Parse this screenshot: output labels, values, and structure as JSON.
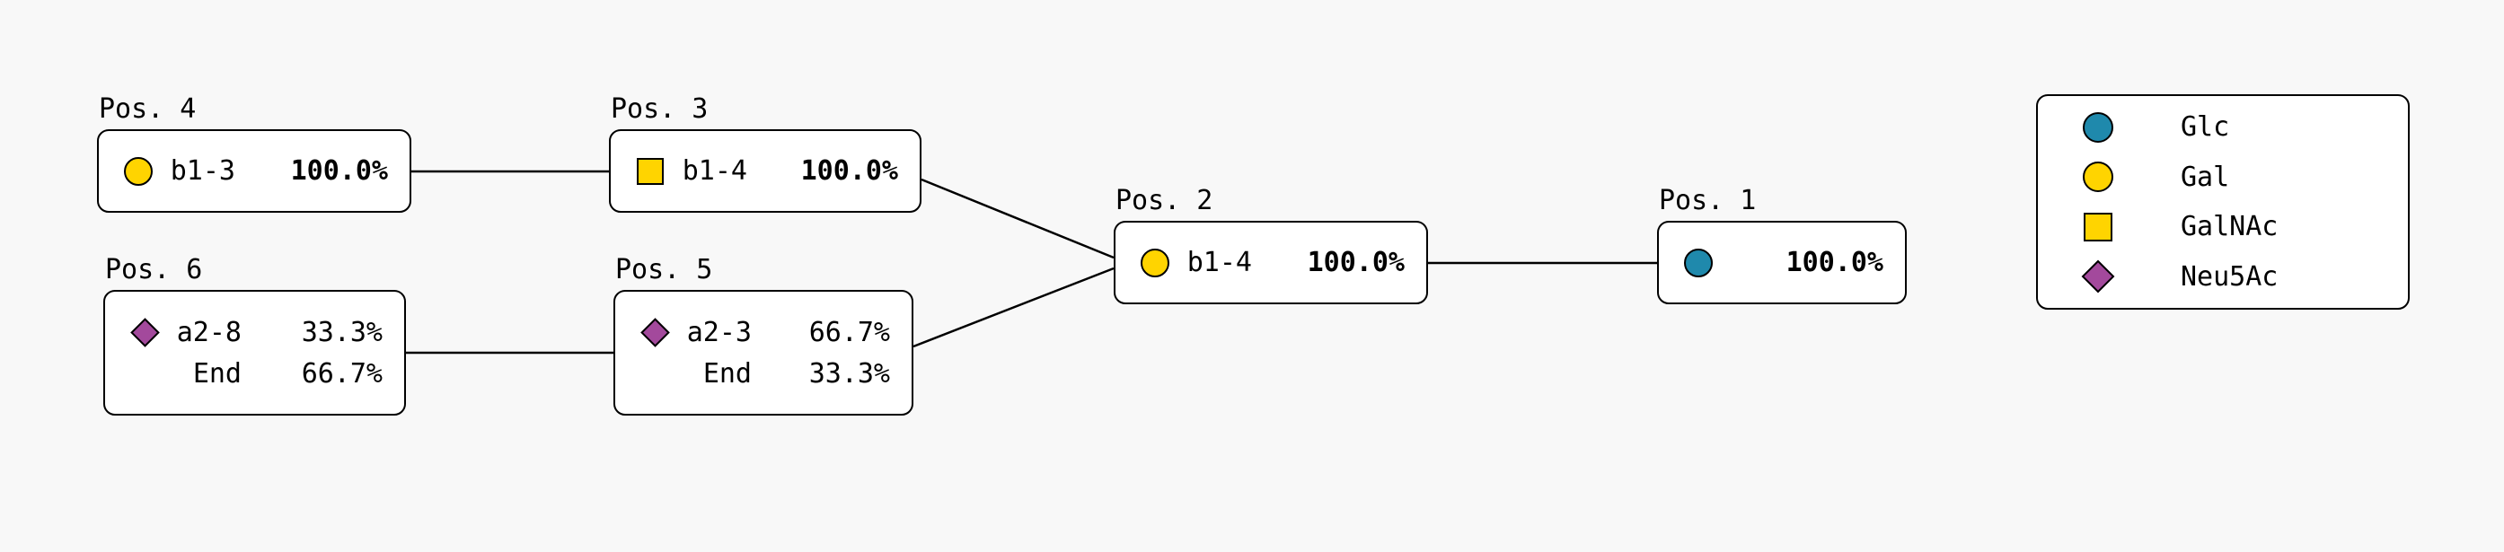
{
  "figure": {
    "background": "#f8f8f8"
  },
  "colors": {
    "glc": "#1f89ac",
    "gal": "#ffd400",
    "galnac": "#ffd400",
    "neu5ac": "#a3499c",
    "edge": "#000000",
    "node_fill": "#ffffff",
    "text": "#000000"
  },
  "nodes": {
    "pos1": {
      "label": "Pos. 1",
      "monosaccharide": "Glc",
      "shape": "circle",
      "rows": [
        {
          "linkage": "",
          "percent": "100.0%"
        }
      ]
    },
    "pos2": {
      "label": "Pos. 2",
      "monosaccharide": "Gal",
      "shape": "circle",
      "rows": [
        {
          "linkage": "b1-4",
          "percent": "100.0%"
        }
      ]
    },
    "pos3": {
      "label": "Pos. 3",
      "monosaccharide": "GalNAc",
      "shape": "square",
      "rows": [
        {
          "linkage": "b1-4",
          "percent": "100.0%"
        }
      ]
    },
    "pos4": {
      "label": "Pos. 4",
      "monosaccharide": "Gal",
      "shape": "circle",
      "rows": [
        {
          "linkage": "b1-3",
          "percent": "100.0%"
        }
      ]
    },
    "pos5": {
      "label": "Pos. 5",
      "monosaccharide": "Neu5Ac",
      "shape": "diamond",
      "rows": [
        {
          "linkage": "a2-3",
          "percent": "66.7%"
        },
        {
          "linkage": "End",
          "percent": "33.3%"
        }
      ]
    },
    "pos6": {
      "label": "Pos. 6",
      "monosaccharide": "Neu5Ac",
      "shape": "diamond",
      "rows": [
        {
          "linkage": "a2-8",
          "percent": "33.3%"
        },
        {
          "linkage": "End",
          "percent": "66.7%"
        }
      ]
    }
  },
  "edges": [
    {
      "from": "pos4",
      "to": "pos3"
    },
    {
      "from": "pos3",
      "to": "pos2"
    },
    {
      "from": "pos6",
      "to": "pos5"
    },
    {
      "from": "pos5",
      "to": "pos2"
    },
    {
      "from": "pos2",
      "to": "pos1"
    }
  ],
  "legend": {
    "items": [
      {
        "label": "Glc",
        "shape": "circle",
        "color_key": "glc"
      },
      {
        "label": "Gal",
        "shape": "circle",
        "color_key": "gal"
      },
      {
        "label": "GalNAc",
        "shape": "square",
        "color_key": "galnac"
      },
      {
        "label": "Neu5Ac",
        "shape": "diamond",
        "color_key": "neu5ac"
      }
    ]
  }
}
